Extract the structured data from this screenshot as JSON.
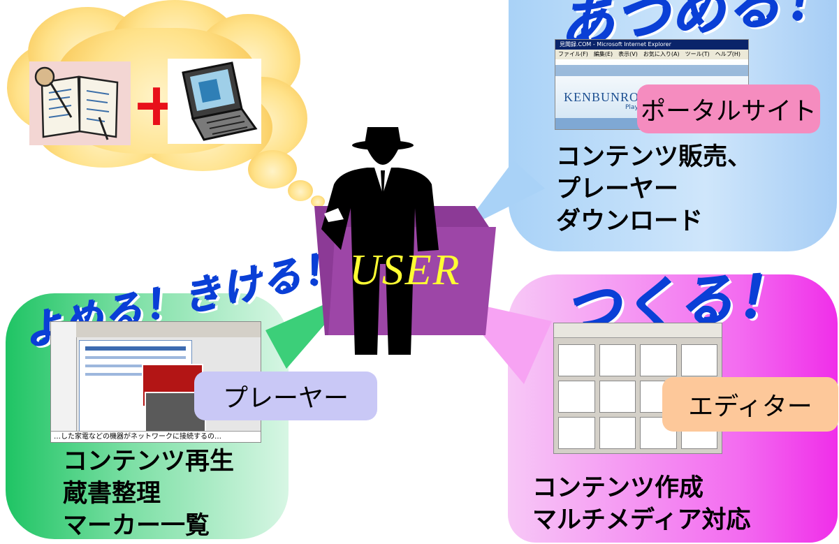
{
  "thought": {
    "plus_symbol": "+"
  },
  "top_right": {
    "heading": "あつめる！",
    "label": "ポータルサイト",
    "caption": "コンテンツ販売、\nプレーヤー\nダウンロード",
    "browser": {
      "title": "見聞録.COM - Microsoft Internet Explorer",
      "menu": "ファイル(F)　編集(E)　表示(V)　お気に入り(A)　ツール(T)　ヘルプ(H)",
      "brand": "KENBUNROKU",
      "brand_sub": "Player"
    }
  },
  "center": {
    "user_text": "USER"
  },
  "bottom_left": {
    "heading": "よめる！きける！",
    "label": "プレーヤー",
    "caption": "コンテンツ再生\n蔵書整理\nマーカー一覧",
    "status_text": "…した家電などの機器がネットワークに接続するの…"
  },
  "bottom_right": {
    "heading": "つくる！",
    "label": "エディター",
    "caption": "コンテンツ作成\nマルチメディア対応"
  }
}
